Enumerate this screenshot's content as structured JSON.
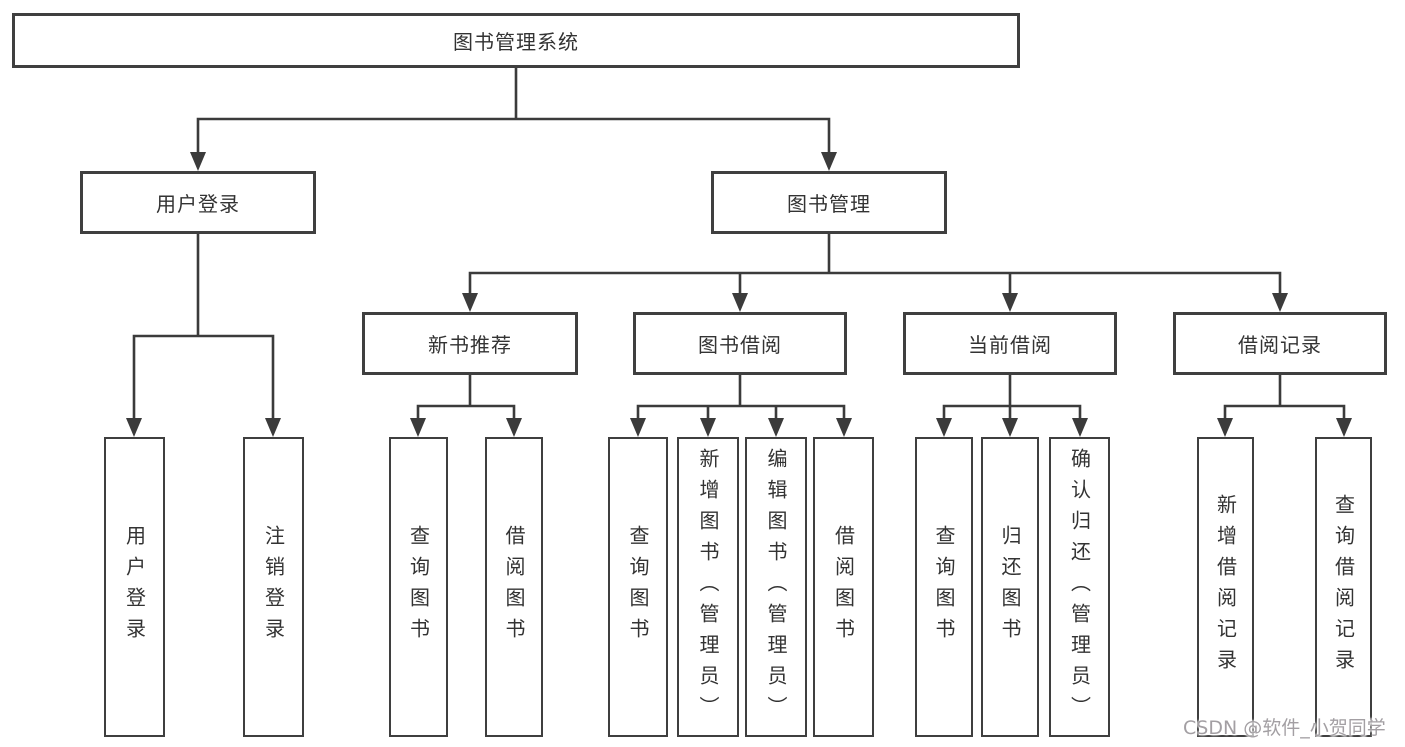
{
  "diagram": {
    "root": {
      "label": "图书管理系统"
    },
    "level2": {
      "user_login": {
        "label": "用户登录"
      },
      "book_mgmt": {
        "label": "图书管理"
      }
    },
    "level3": {
      "new_book": {
        "label": "新书推荐"
      },
      "book_borrow": {
        "label": "图书借阅"
      },
      "current_borrow": {
        "label": "当前借阅"
      },
      "borrow_records": {
        "label": "借阅记录"
      }
    },
    "leaves": {
      "user_login": [
        "用户登录",
        "注销登录"
      ],
      "new_book": [
        "查询图书",
        "借阅图书"
      ],
      "book_borrow": [
        "查询图书",
        "新增图书（管理员）",
        "编辑图书（管理员）",
        "借阅图书"
      ],
      "current_borrow": [
        "查询图书",
        "归还图书",
        "确认归还（管理员）"
      ],
      "borrow_records": [
        "新增借阅记录",
        "查询借阅记录"
      ]
    }
  },
  "watermark": {
    "text": "CSDN @软件_小贺同学"
  },
  "colors": {
    "line": "#3b3b3b",
    "box_border": "#3f3f3f",
    "box_bg": "#ffffff",
    "text": "#333333",
    "watermark": "#a39fa3",
    "page_bg": "#ffffff"
  }
}
